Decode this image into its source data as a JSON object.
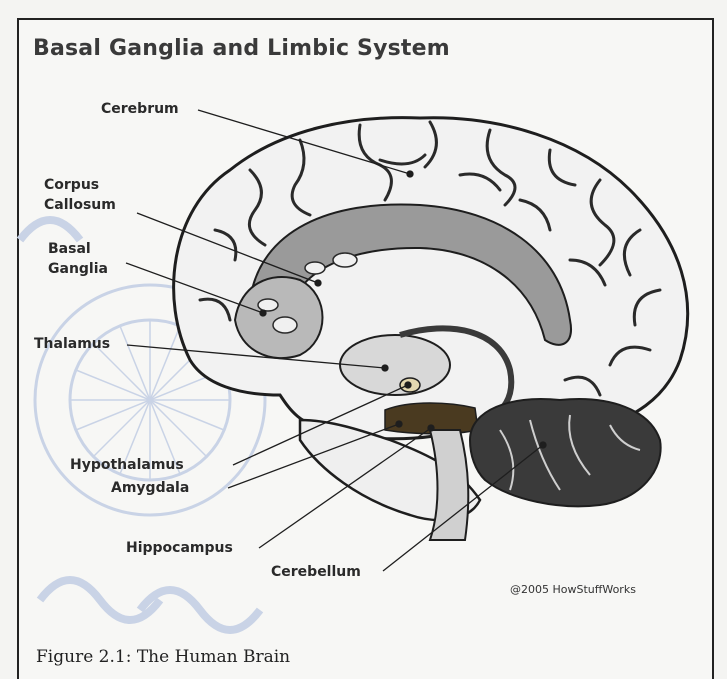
{
  "title": "Basal Ganglia and Limbic System",
  "labels": {
    "cerebrum": "Cerebrum",
    "corpus_callosum_1": "Corpus",
    "corpus_callosum_2": "Callosum",
    "basal_ganglia_1": "Basal",
    "basal_ganglia_2": "Ganglia",
    "thalamus": "Thalamus",
    "hypothalamus": "Hypothalamus",
    "amygdala": "Amygdala",
    "hippocampus": "Hippocampus",
    "cerebellum": "Cerebellum"
  },
  "credit": "@2005 HowStuffWorks",
  "caption": "Figure 2.1:  The Human Brain",
  "colors": {
    "outline": "#1e1e1e",
    "cortex": "#f2f2f2",
    "deep_structure": "#9a9a9a",
    "cerebellum": "#3a3a3a",
    "amygdala_band": "#4a3a20",
    "watermark": "#c9d3e6"
  }
}
